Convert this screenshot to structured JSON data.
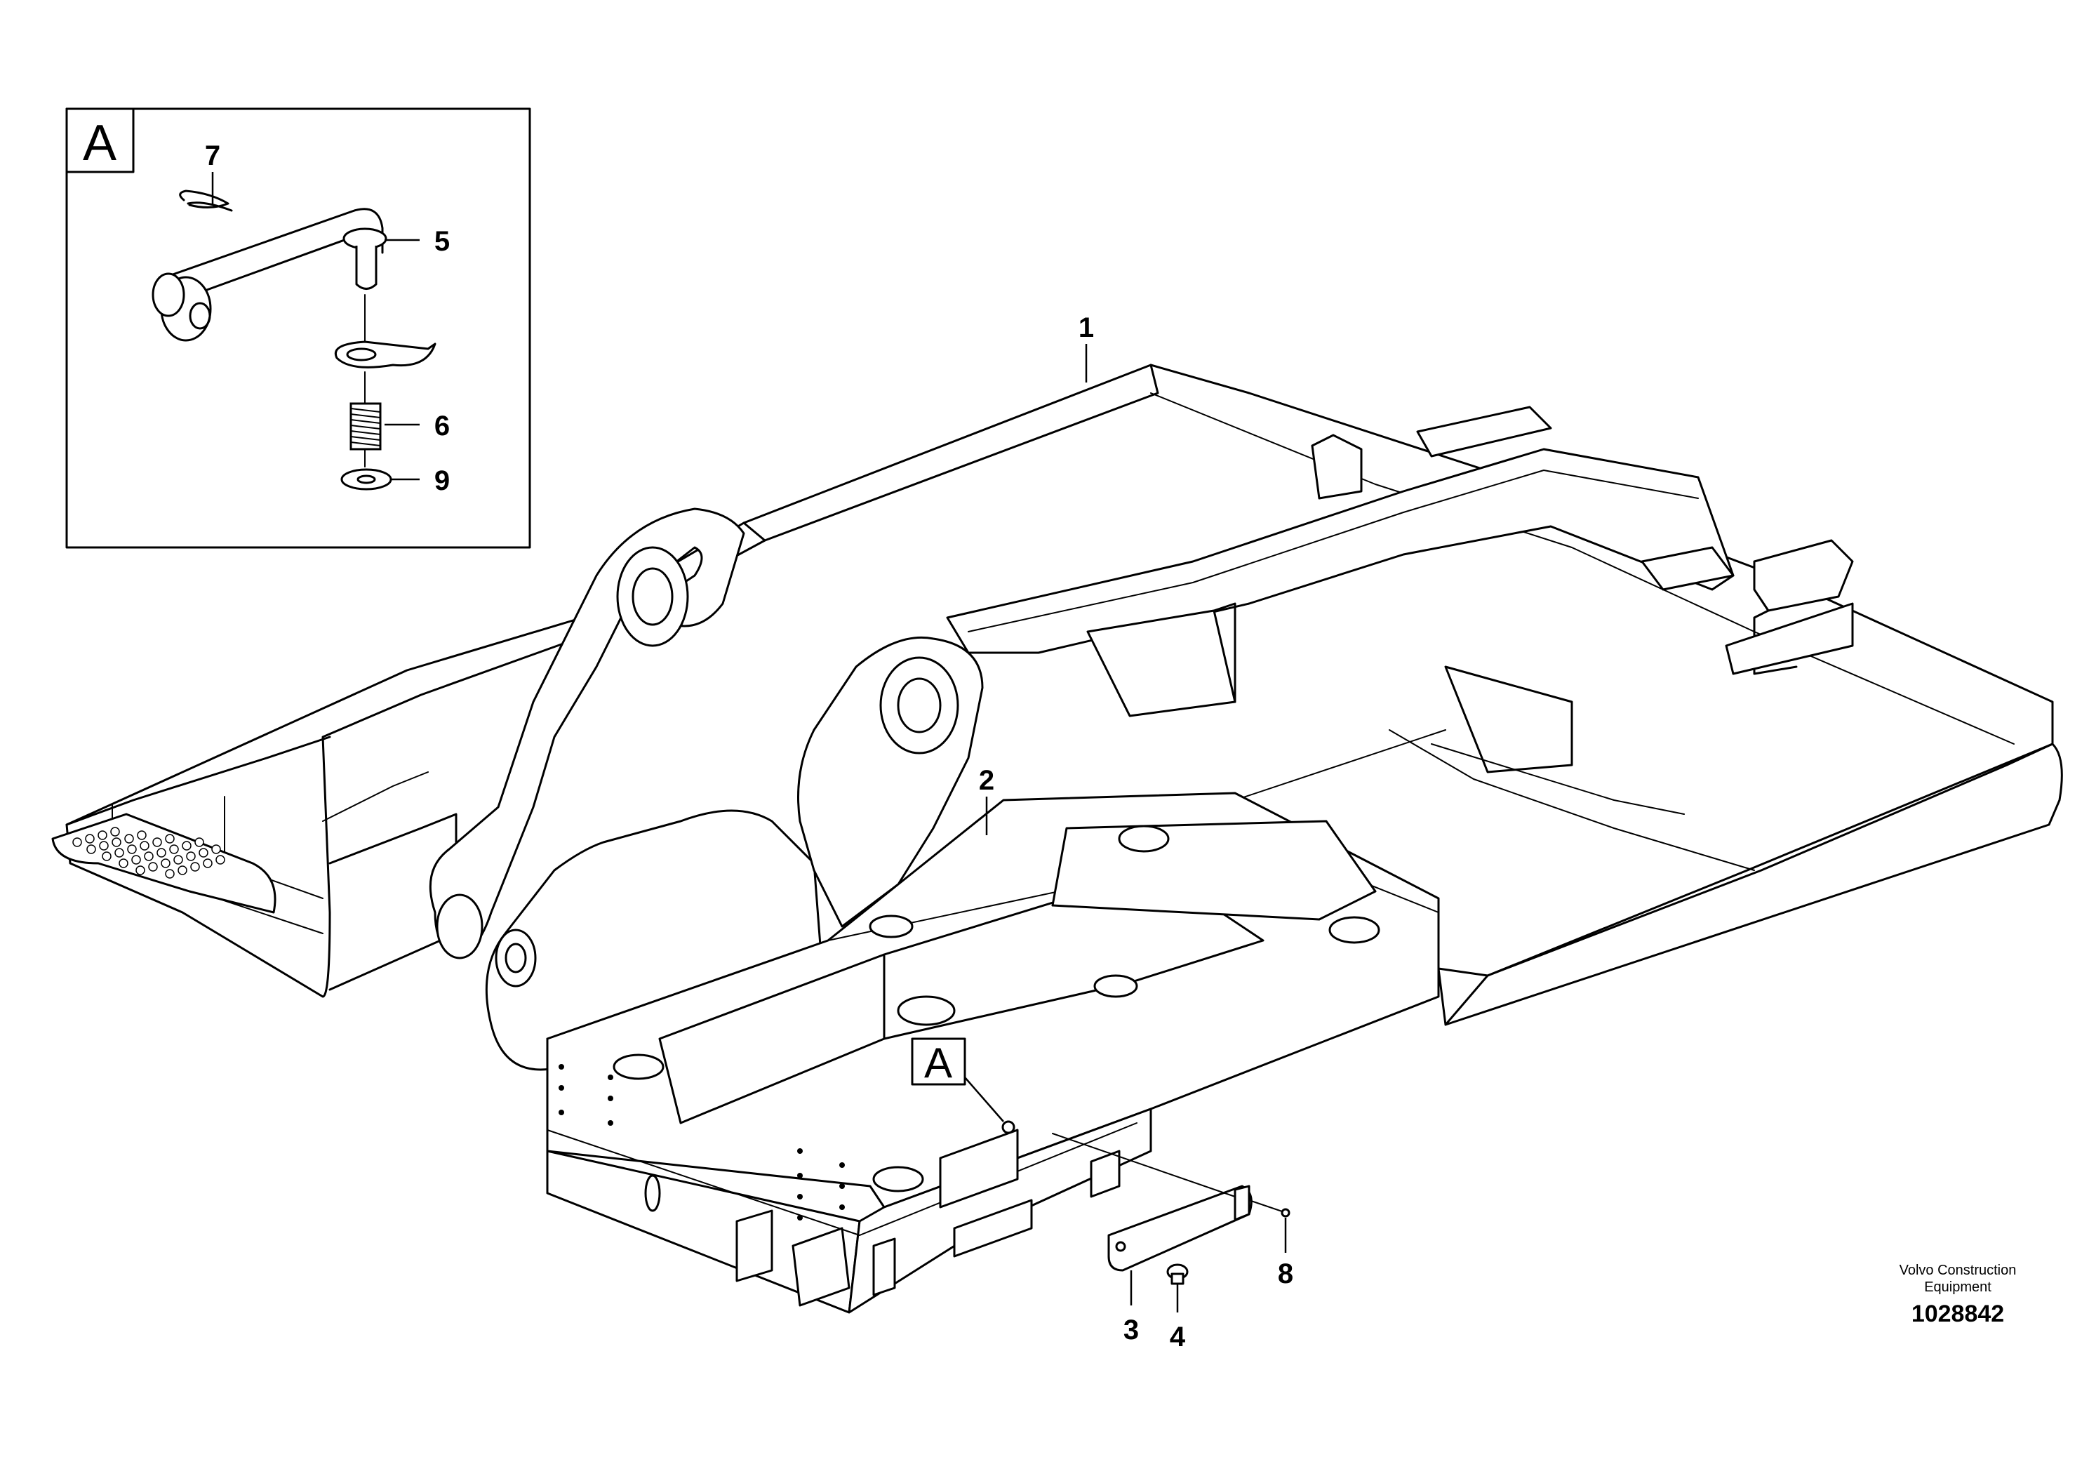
{
  "inset": {
    "label": "A"
  },
  "detail_marker": {
    "label": "A"
  },
  "callouts": {
    "c1": "1",
    "c2": "2",
    "c3": "3",
    "c4": "4",
    "c5": "5",
    "c6": "6",
    "c7": "7",
    "c8": "8",
    "c9": "9"
  },
  "footer": {
    "company_line1": "Volvo Construction",
    "company_line2": "Equipment",
    "drawing_number": "1028842"
  }
}
